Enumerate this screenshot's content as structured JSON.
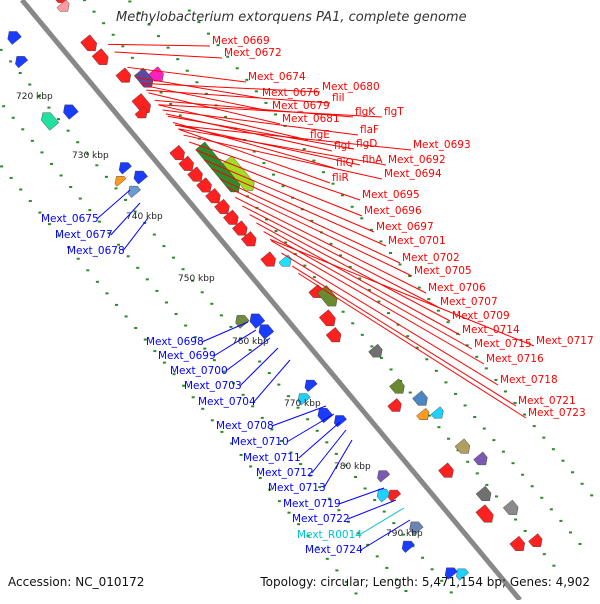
{
  "title": "Methylobacterium extorquens PA1, complete genome",
  "footer": {
    "accession": "Accession: NC_010172",
    "summary": "Topology: circular; Length: 5,471,154 bp; Genes: 4,902"
  },
  "colors": {
    "forward_gene": "#ff0000",
    "reverse_gene": "#0000ff",
    "rna_gene": "#00c0d0",
    "backbone": "#888888",
    "ticks": "#2a8a2a"
  },
  "kbp_ticks": [
    "720 kbp",
    "730 kbp",
    "740 kbp",
    "750 kbp",
    "760 kbp",
    "770 kbp",
    "780 kbp",
    "790 kbp"
  ],
  "left_labels": [
    "Mext_0675",
    "Mext_0677",
    "Mext_0678",
    "Mext_0698",
    "Mext_0699",
    "Mext_0700",
    "Mext_0703",
    "Mext_0704",
    "Mext_0708",
    "Mext_0710",
    "Mext_0711",
    "Mext_0712",
    "Mext_0713",
    "Mext_0719",
    "Mext_0722",
    "Mext_R0014",
    "Mext_0724"
  ],
  "right_labels": [
    "Mext_0669",
    "Mext_0672",
    "Mext_0674",
    "Mext_0680",
    "Mext_0676",
    "fliI",
    "Mext_0679",
    "flgK",
    "flgT",
    "Mext_0681",
    "flaF",
    "flgE",
    "flgD",
    "flgL",
    "Mext_0693",
    "fliQ",
    "flhA",
    "Mext_0692",
    "fliR",
    "Mext_0694",
    "Mext_0695",
    "Mext_0696",
    "Mext_0697",
    "Mext_0701",
    "Mext_0702",
    "Mext_0705",
    "Mext_0706",
    "Mext_0707",
    "Mext_0709",
    "Mext_0714",
    "Mext_0717",
    "Mext_0715",
    "Mext_0716",
    "Mext_0718",
    "Mext_0721",
    "Mext_0723"
  ]
}
